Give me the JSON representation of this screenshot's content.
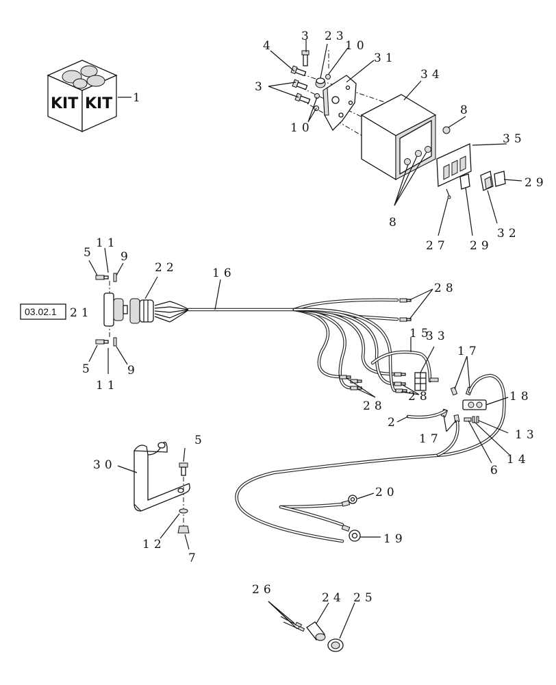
{
  "reference_box": {
    "label": "03.02.1"
  },
  "kit": {
    "labels": [
      "KIT",
      "KIT"
    ],
    "callout": "1"
  },
  "callouts": [
    "1",
    "2",
    "3",
    "3",
    "4",
    "5",
    "5",
    "5",
    "6",
    "7",
    "8",
    "8",
    "9",
    "9",
    "10",
    "10",
    "11",
    "11",
    "12",
    "13",
    "14",
    "15",
    "16",
    "17",
    "17",
    "18",
    "19",
    "20",
    "21",
    "22",
    "23",
    "24",
    "25",
    "26",
    "27",
    "28",
    "28",
    "28",
    "29",
    "29",
    "30",
    "31",
    "32",
    "33",
    "34",
    "35"
  ]
}
